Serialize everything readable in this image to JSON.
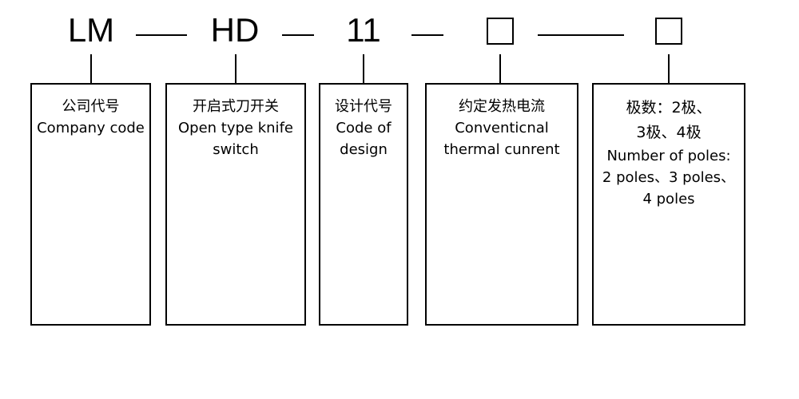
{
  "codes": {
    "company": "LM",
    "type": "HD",
    "design": "11"
  },
  "boxes": {
    "company_code": {
      "cn": "公司代号",
      "en": "Company code"
    },
    "switch_type": {
      "cn": "开启式刀开关",
      "en1": "Open type knife",
      "en2": "switch"
    },
    "design_code": {
      "cn": "设计代号",
      "en1": "Code of",
      "en2": "design"
    },
    "thermal_current": {
      "cn": "约定发热电流",
      "en1": "Conventicnal",
      "en2": "thermal cunrent"
    },
    "poles": {
      "cn1": "极数：2极、",
      "cn2": "3极、4极",
      "en1": "Number of poles:",
      "en2": "2 poles、3 poles、",
      "en3": "4 poles"
    }
  }
}
